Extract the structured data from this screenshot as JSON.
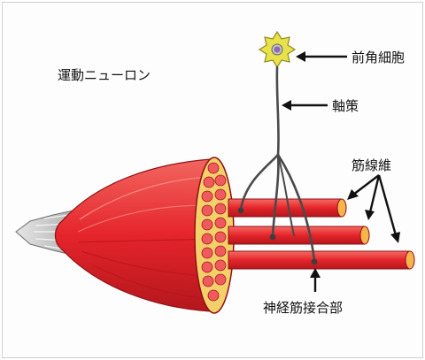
{
  "diagram": {
    "title": "運動ニューロン",
    "labels": {
      "cell_body": "前角細胞",
      "axon": "軸策",
      "muscle_fibers": "筋線維",
      "junction": "神経筋接合部"
    },
    "colors": {
      "muscle_red": "#e5242b",
      "muscle_dark": "#a5141a",
      "fiber_end": "#f7b44a",
      "cell_yellow": "#e8e24a",
      "nucleus_purple": "#8a6ab3",
      "nerve_gray": "#4a4a4a",
      "tendon_gray": "#c9c9c9"
    }
  }
}
